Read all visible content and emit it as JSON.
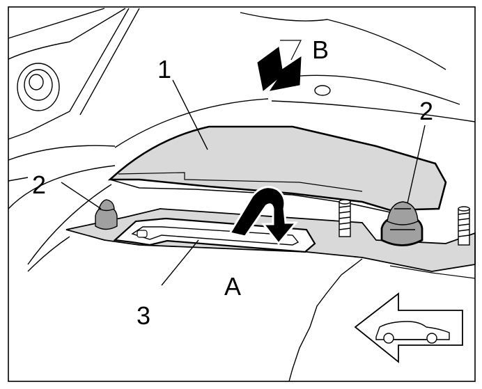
{
  "figure": {
    "callouts": {
      "part_1": "1",
      "part_2_left": "2",
      "part_2_right": "2",
      "part_3": "3",
      "label_a": "A",
      "label_b": "B"
    },
    "colors": {
      "line": "#000000",
      "fill_part": "#d9d9d9",
      "fill_nut": "#a0a0a0",
      "background": "#ffffff"
    },
    "icons": {
      "forward_arrow": "vehicle-front-direction-arrow-icon",
      "car": "car-silhouette-icon",
      "press_arrow": "push-down-arrow-icon",
      "motion_arrow": "lift-and-push-arrow-icon"
    }
  }
}
